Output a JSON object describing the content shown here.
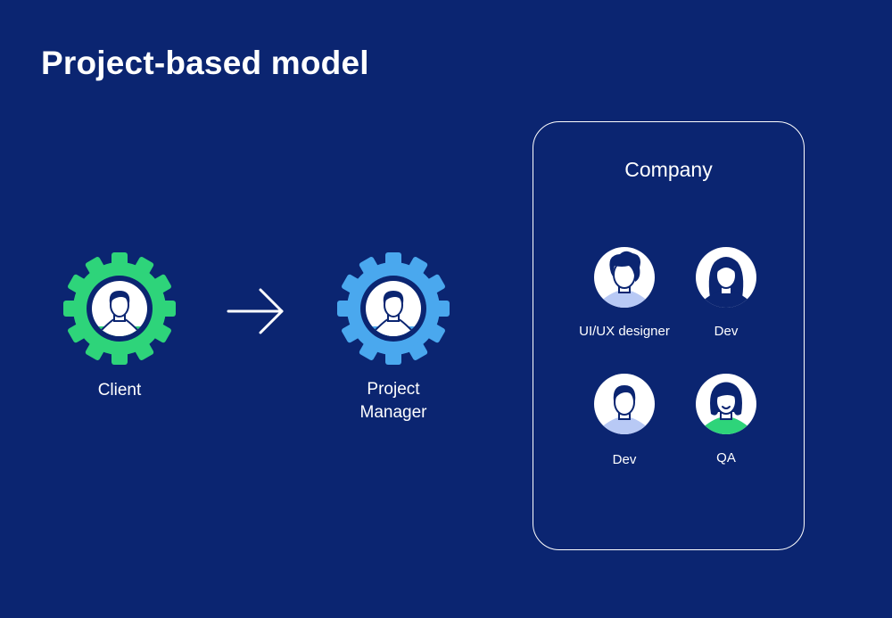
{
  "title": "Project-based model",
  "client": {
    "label": "Client",
    "color": "#2ed47a"
  },
  "manager": {
    "label_line1": "Project",
    "label_line2": "Manager",
    "color": "#4aa8ee"
  },
  "company": {
    "title": "Company",
    "members": [
      {
        "label": "UI/UX designer",
        "icon": "designer-avatar-icon"
      },
      {
        "label": "Dev",
        "icon": "dev-female-avatar-icon"
      },
      {
        "label": "Dev",
        "icon": "dev-male-avatar-icon"
      },
      {
        "label": "QA",
        "icon": "qa-avatar-icon"
      }
    ]
  },
  "colors": {
    "background": "#0b2571",
    "accent_green": "#2ed47a",
    "accent_blue": "#4aa8ee",
    "avatar_fill": "#b8c9f5"
  }
}
